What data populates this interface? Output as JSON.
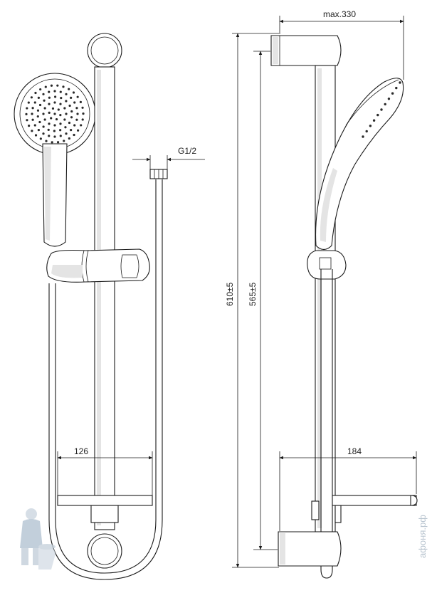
{
  "dimensions": {
    "max_width": "max.330",
    "thread": "G1/2",
    "total_height": "610±5",
    "rail_height": "565±5",
    "front_width": "126",
    "side_depth": "184"
  },
  "watermark": {
    "text": "афоня.рф"
  },
  "colors": {
    "line": "#1a1a1a",
    "shading": "#e4e4e4",
    "watermark": "#b8c4cf"
  }
}
